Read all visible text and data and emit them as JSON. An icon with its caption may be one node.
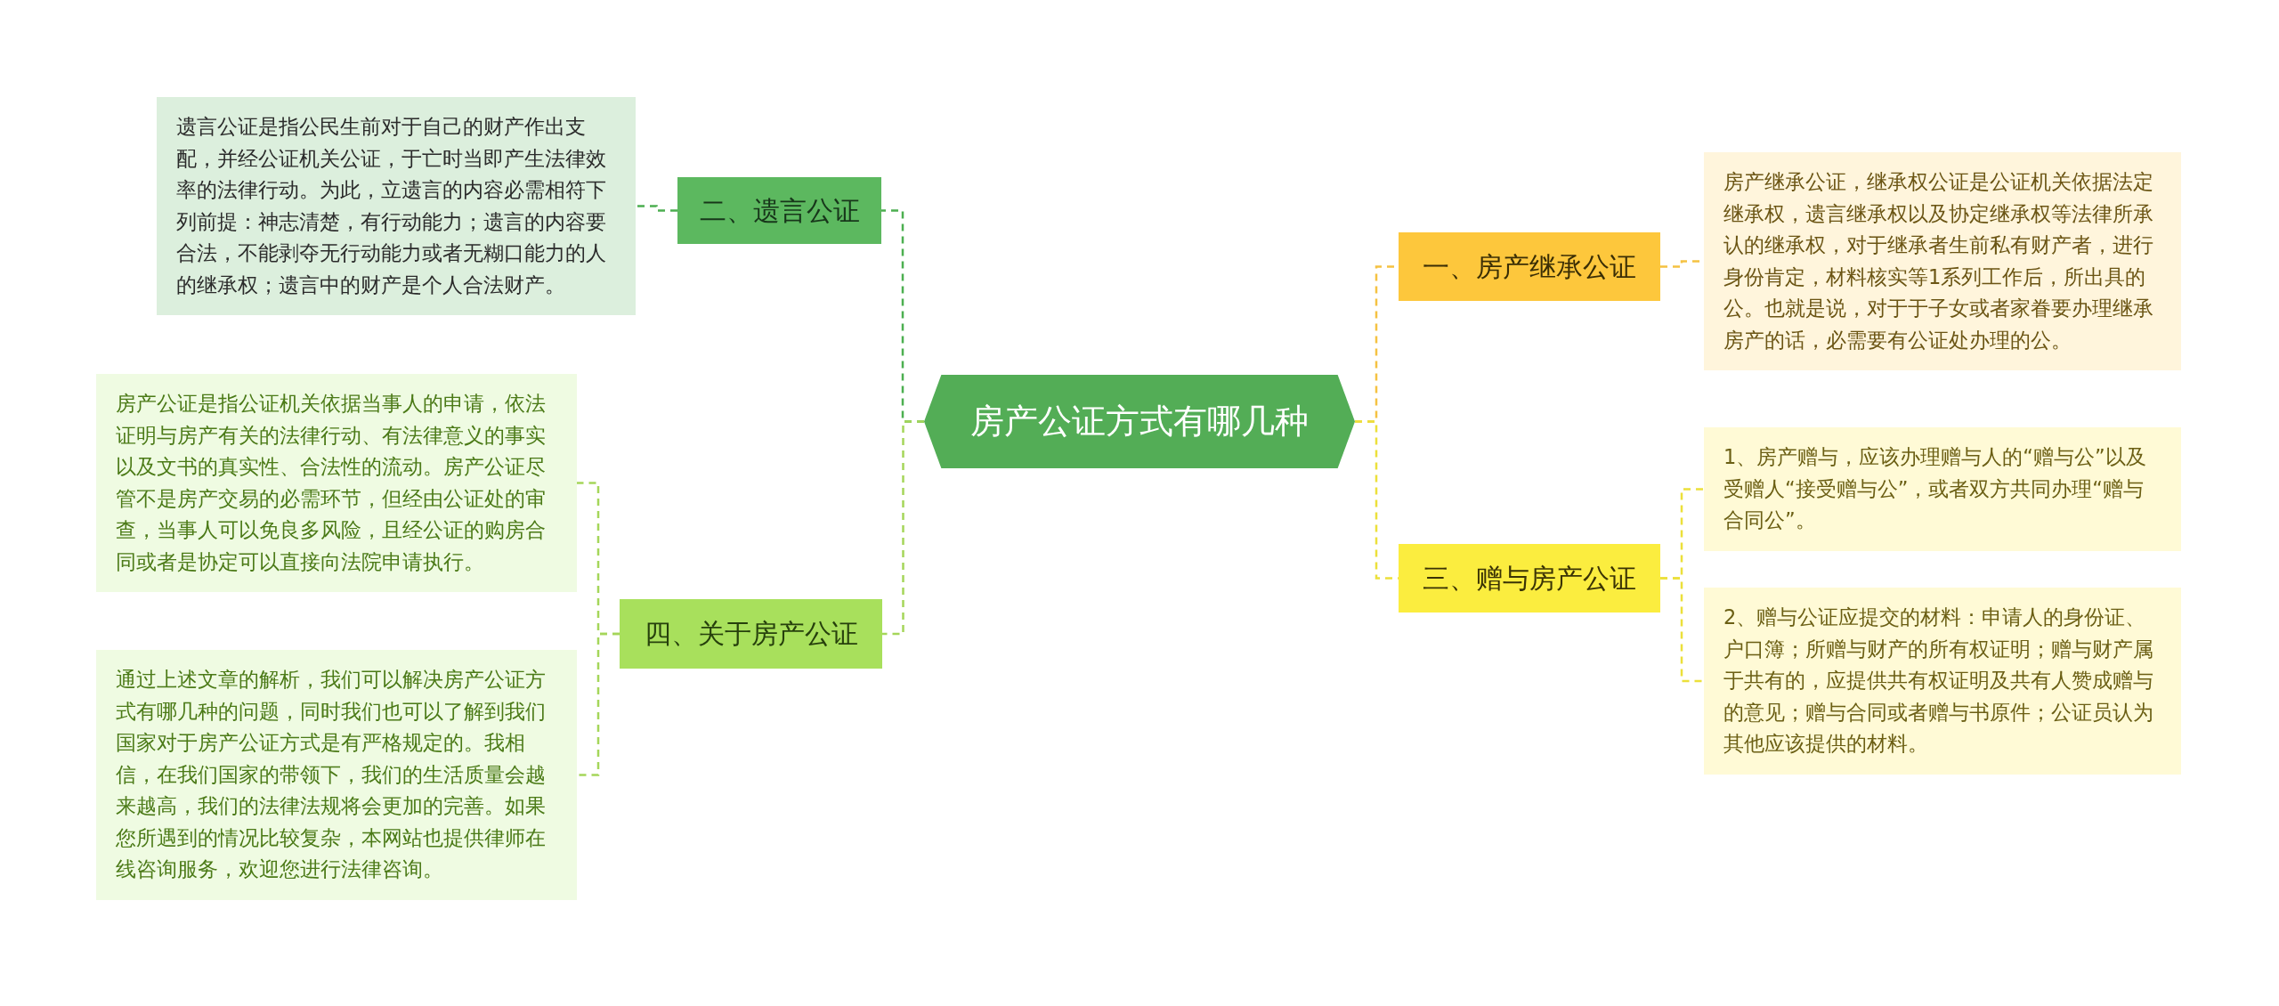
{
  "diagram": {
    "nodes": [
      {
        "text": [
          "房产公证方式有哪几种"
        ]
      },
      {
        "text": [
          "一、房产继承公证"
        ]
      },
      {
        "text": [
          "房产继承公证，继承权公证是公证机关依据法定继承权，遗言继承权以及协定继承权等法律所承认的继承权，对于继承者生前私有财产者，进行身份肯定，材料核实等1系列工作后，所出具的公。也就是说，对于于子女或者家眷要办理继承房产的话，必需要有公证处办理的公。"
        ]
      },
      {
        "text": [
          "三、赠与房产公证"
        ]
      },
      {
        "text": [
          "1、房产赠与，应该办理赠与人的“赠与公”以及受赠人“接受赠与公”，或者双方共同办理“赠与合同公”。"
        ]
      },
      {
        "text": [
          "2、赠与公证应提交的材料：申请人的身份证、户口簿；所赠与财产的所有权证明；赠与财产属于共有的，应提供共有权证明及共有人赞成赠与的意见；赠与合同或者赠与书原件；公证员认为其他应该提供的材料。"
        ]
      },
      {
        "text": [
          "二、遗言公证"
        ]
      },
      {
        "text": [
          "遗言公证是指公民生前对于自己的财产作出支配，并经公证机关公证，于亡时当即产生法律效率的法律行动。为此，立遗言的内容必需相符下列前提：神志清楚，有行动能力；遗言的内容要合法，不能剥夺无行动能力或者无糊口能力的人的继承权；遗言中的财产是个人合法财产。"
        ]
      },
      {
        "text": [
          "四、关于房产公证"
        ]
      },
      {
        "text": [
          "房产公证是指公证机关依据当事人的申请，依法证明与房产有关的法律行动、有法律意义的事实以及文书的真实性、合法性的流动。房产公证尽管不是房产交易的必需环节，但经由公证处的审查，当事人可以免良多风险，且经公证的购房合同或者是协定可以直接向法院申请执行。"
        ]
      },
      {
        "text": [
          "通过上述文章的解析，我们可以解决房产公证方式有哪几种的问题，同时我们也可以了解到我们国家对于房产公证方式是有严格规定的。我相信，在我们国家的带领下，我们的生活质量会越来越高，我们的法律法规将会更加的完善。如果您所遇到的情况比较复杂，本网站也提供律师在线咨询服务，欢迎您进行法律咨询。"
        ]
      }
    ],
    "edges": [
      {
        "from": 0,
        "to": 1,
        "arrow": "none",
        "style": "dashed",
        "color": "#f5c242"
      },
      {
        "from": 1,
        "to": 2,
        "arrow": "none",
        "style": "dashed",
        "color": "#f5c242"
      },
      {
        "from": 0,
        "to": 3,
        "arrow": "none",
        "style": "dashed",
        "color": "#ece03a"
      },
      {
        "from": 3,
        "to": 4,
        "arrow": "none",
        "style": "dashed",
        "color": "#ece03a"
      },
      {
        "from": 3,
        "to": 5,
        "arrow": "none",
        "style": "dashed",
        "color": "#ece03a"
      },
      {
        "from": 0,
        "to": 6,
        "arrow": "none",
        "style": "dashed",
        "color": "#4caf50"
      },
      {
        "from": 6,
        "to": 7,
        "arrow": "none",
        "style": "dashed",
        "color": "#4caf50"
      },
      {
        "from": 0,
        "to": 8,
        "arrow": "none",
        "style": "dashed",
        "color": "#a5d65a"
      },
      {
        "from": 8,
        "to": 9,
        "arrow": "none",
        "style": "dashed",
        "color": "#a5d65a"
      },
      {
        "from": 8,
        "to": 10,
        "arrow": "none",
        "style": "dashed",
        "color": "#a5d65a"
      }
    ]
  }
}
